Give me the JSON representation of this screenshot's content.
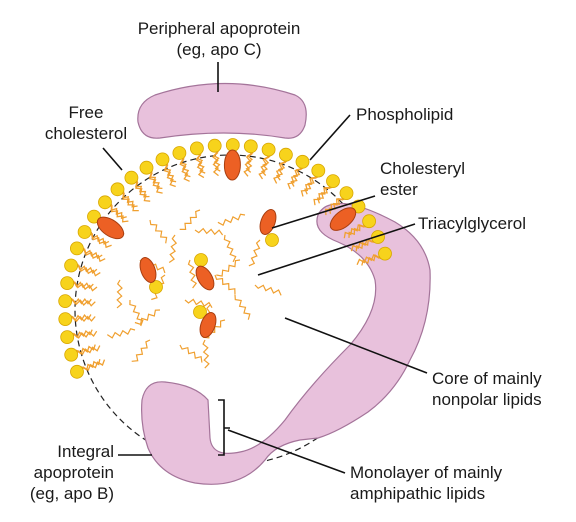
{
  "labels": {
    "peripheral_apoprotein": {
      "line1": "Peripheral apoprotein",
      "line2": "(eg, apo C)"
    },
    "free_cholesterol": {
      "line1": "Free",
      "line2": "cholesterol"
    },
    "phospholipid": "Phospholipid",
    "cholesteryl_ester": {
      "line1": "Cholesteryl",
      "line2": "ester"
    },
    "triacylglycerol": "Triacylglycerol",
    "core": {
      "line1": "Core of mainly",
      "line2": "nonpolar lipids"
    },
    "integral_apoprotein": {
      "line1": "Integral",
      "line2": "apoprotein",
      "line3": "(eg, apo B)"
    },
    "monolayer": {
      "line1": "Monolayer of mainly",
      "line2": "amphipathic lipids"
    }
  },
  "colors": {
    "protein_fill": "#e8c1dc",
    "protein_stroke": "#a4749a",
    "lipid_head": "#f7d31c",
    "lipid_head_stroke": "#d8a600",
    "tail": "#f0a030",
    "cholesterol": "#ec6024",
    "cholesterol_stroke": "#a83e10",
    "leader_line": "#111111"
  }
}
